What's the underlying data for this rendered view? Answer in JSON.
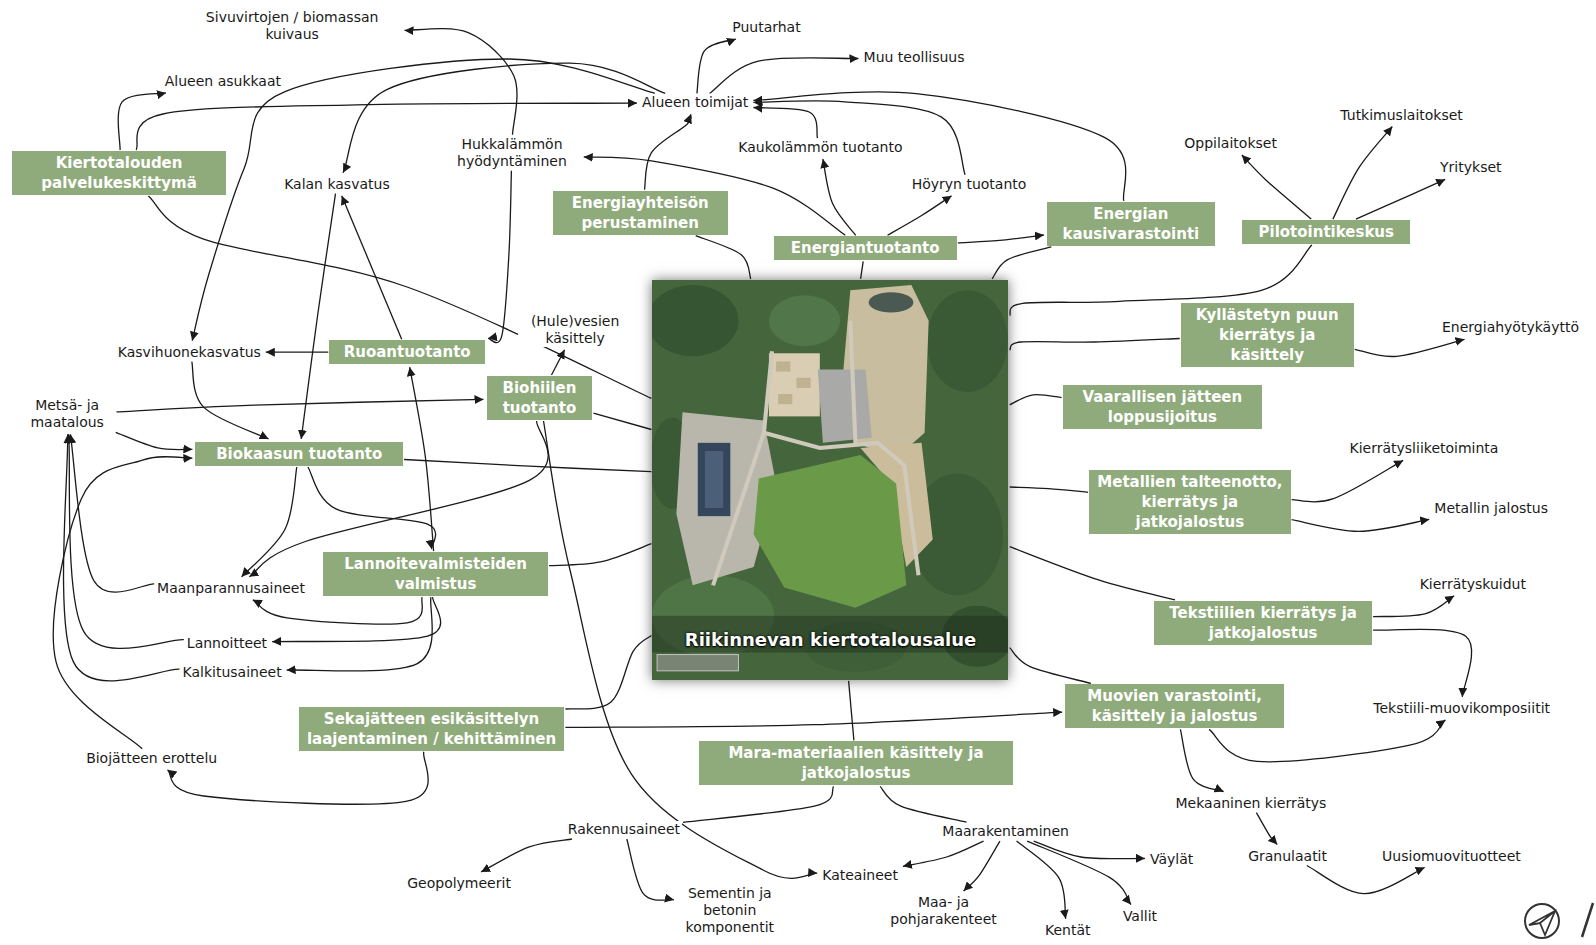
{
  "diagram": {
    "nodes": [
      {
        "text": [
          "Sivuvirtojen / biomassan kuivaus"
        ]
      },
      {
        "text": [
          "Puutarhat"
        ]
      },
      {
        "text": [
          "Muu teollisuus"
        ]
      },
      {
        "text": [
          "Alueen asukkaat"
        ]
      },
      {
        "text": [
          "Alueen toimijat"
        ]
      },
      {
        "text": [
          "Tutkimuslaitokset"
        ]
      },
      {
        "text": [
          "Oppilaitokset"
        ]
      },
      {
        "text": [
          "Hukkalämmön hyödyntäminen"
        ]
      },
      {
        "text": [
          "Kaukolämmön tuotanto"
        ]
      },
      {
        "text": [
          "Kiertotalouden palvelukeskittymä"
        ]
      },
      {
        "text": [
          "Kalan kasvatus"
        ]
      },
      {
        "text": [
          "Höyryn tuotanto"
        ]
      },
      {
        "text": [
          "Yritykset"
        ]
      },
      {
        "text": [
          "Energiayhteisön perustaminen"
        ]
      },
      {
        "text": [
          "Energian kausivarastointi"
        ]
      },
      {
        "text": [
          "Pilotointikeskus"
        ]
      },
      {
        "text": [
          "Energiantuotanto"
        ]
      },
      {
        "text": [
          "Riikinnevan kiertotalousalue"
        ]
      },
      {
        "text": [
          "Kyllästetyn puun kierrätys ja käsittely"
        ]
      },
      {
        "text": [
          "(Hule)vesien käsittely"
        ]
      },
      {
        "text": [
          "Energiahyötykäyttö"
        ]
      },
      {
        "text": [
          "Kasvihuonekasvatus"
        ]
      },
      {
        "text": [
          "Ruoantuotanto"
        ]
      },
      {
        "text": [
          "Biohiilen tuotanto"
        ]
      },
      {
        "text": [
          "Metsä- ja maatalous"
        ]
      },
      {
        "text": [
          "Vaarallisen jätteen loppusijoitus"
        ]
      },
      {
        "text": [
          "Kierrätysliiketoiminta"
        ]
      },
      {
        "text": [
          "Biokaasun tuotanto"
        ]
      },
      {
        "text": [
          "Metallien talteenotto, kierrätys ja jatkojalostus"
        ]
      },
      {
        "text": [
          "Metallin jalostus"
        ]
      },
      {
        "text": [
          "Lannoitevalmisteiden valmistus"
        ]
      },
      {
        "text": [
          "Kierrätyskuidut"
        ]
      },
      {
        "text": [
          "Maanparannusaineet"
        ]
      },
      {
        "text": [
          "Tekstiilien kierrätys ja jatkojalostus"
        ]
      },
      {
        "text": [
          "Lannoitteet"
        ]
      },
      {
        "text": [
          "Kalkitusaineet"
        ]
      },
      {
        "text": [
          "Sekajätteen esikäsittelyn laajentaminen / kehittäminen"
        ]
      },
      {
        "text": [
          "Muovien varastointi, käsittely ja jalostus"
        ]
      },
      {
        "text": [
          "Tekstiili-muovikomposiitit"
        ]
      },
      {
        "text": [
          "Biojätteen erottelu"
        ]
      },
      {
        "text": [
          "Mara-materiaalien käsittely ja jatkojalostus"
        ]
      },
      {
        "text": [
          "Mekaaninen kierrätys"
        ]
      },
      {
        "text": [
          "Rakennusaineet"
        ]
      },
      {
        "text": [
          "Maarakentaminen"
        ]
      },
      {
        "text": [
          "Granulaatit"
        ]
      },
      {
        "text": [
          "Uusiomuovituotteet"
        ]
      },
      {
        "text": [
          "Väylät"
        ]
      },
      {
        "text": [
          "Kateaineet"
        ]
      },
      {
        "text": [
          "Geopolymeerit"
        ]
      },
      {
        "text": [
          "Sementin ja betonin komponentit"
        ]
      },
      {
        "text": [
          "Maa- ja pohjarakenteet"
        ]
      },
      {
        "text": [
          "Vallit"
        ]
      },
      {
        "text": [
          "Kentät"
        ]
      }
    ],
    "edges": [
      {
        "from": 9,
        "to": 17,
        "arrow": "none"
      },
      {
        "from": 13,
        "to": 17,
        "arrow": "none"
      },
      {
        "from": 16,
        "to": 17,
        "arrow": "none"
      },
      {
        "from": 14,
        "to": 17,
        "arrow": "none"
      },
      {
        "from": 15,
        "to": 17,
        "arrow": "none"
      },
      {
        "from": 18,
        "to": 17,
        "arrow": "none"
      },
      {
        "from": 25,
        "to": 17,
        "arrow": "none"
      },
      {
        "from": 28,
        "to": 17,
        "arrow": "none"
      },
      {
        "from": 33,
        "to": 17,
        "arrow": "none"
      },
      {
        "from": 37,
        "to": 17,
        "arrow": "none"
      },
      {
        "from": 40,
        "to": 17,
        "arrow": "none"
      },
      {
        "from": 36,
        "to": 17,
        "arrow": "none"
      },
      {
        "from": 30,
        "to": 17,
        "arrow": "none"
      },
      {
        "from": 27,
        "to": 17,
        "arrow": "none"
      },
      {
        "from": 23,
        "to": 17,
        "arrow": "none"
      },
      {
        "from": 9,
        "to": 3,
        "arrow": "to"
      },
      {
        "from": 9,
        "to": 4,
        "arrow": "to"
      },
      {
        "from": 13,
        "to": 4,
        "arrow": "to"
      },
      {
        "from": 16,
        "to": 8,
        "arrow": "to"
      },
      {
        "from": 16,
        "to": 11,
        "arrow": "to"
      },
      {
        "from": 16,
        "to": 7,
        "arrow": "to"
      },
      {
        "from": 16,
        "to": 14,
        "arrow": "to"
      },
      {
        "from": 8,
        "to": 4,
        "arrow": "to"
      },
      {
        "from": 11,
        "to": 4,
        "arrow": "to"
      },
      {
        "from": 14,
        "to": 4,
        "arrow": "to"
      },
      {
        "from": 4,
        "to": 1,
        "arrow": "to"
      },
      {
        "from": 4,
        "to": 2,
        "arrow": "to"
      },
      {
        "from": 4,
        "to": 10,
        "arrow": "to"
      },
      {
        "from": 4,
        "to": 21,
        "arrow": "to"
      },
      {
        "from": 7,
        "to": 0,
        "arrow": "to"
      },
      {
        "from": 7,
        "to": 22,
        "arrow": "to"
      },
      {
        "from": 15,
        "to": 6,
        "arrow": "to"
      },
      {
        "from": 15,
        "to": 5,
        "arrow": "to"
      },
      {
        "from": 15,
        "to": 12,
        "arrow": "to"
      },
      {
        "from": 18,
        "to": 20,
        "arrow": "to"
      },
      {
        "from": 28,
        "to": 26,
        "arrow": "to"
      },
      {
        "from": 28,
        "to": 29,
        "arrow": "to"
      },
      {
        "from": 33,
        "to": 31,
        "arrow": "to"
      },
      {
        "from": 33,
        "to": 38,
        "arrow": "to"
      },
      {
        "from": 37,
        "to": 38,
        "arrow": "to"
      },
      {
        "from": 37,
        "to": 41,
        "arrow": "to"
      },
      {
        "from": 41,
        "to": 44,
        "arrow": "to"
      },
      {
        "from": 44,
        "to": 45,
        "arrow": "to"
      },
      {
        "from": 40,
        "to": 42,
        "arrow": "none"
      },
      {
        "from": 40,
        "to": 43,
        "arrow": "none"
      },
      {
        "from": 42,
        "to": 48,
        "arrow": "to"
      },
      {
        "from": 42,
        "to": 49,
        "arrow": "to"
      },
      {
        "from": 43,
        "to": 47,
        "arrow": "to"
      },
      {
        "from": 43,
        "to": 50,
        "arrow": "to"
      },
      {
        "from": 43,
        "to": 52,
        "arrow": "to"
      },
      {
        "from": 43,
        "to": 51,
        "arrow": "to"
      },
      {
        "from": 43,
        "to": 46,
        "arrow": "to"
      },
      {
        "from": 23,
        "to": 47,
        "arrow": "to"
      },
      {
        "from": 23,
        "to": 19,
        "arrow": "to"
      },
      {
        "from": 23,
        "to": 32,
        "arrow": "to"
      },
      {
        "from": 24,
        "to": 23,
        "arrow": "to"
      },
      {
        "from": 24,
        "to": 27,
        "arrow": "to"
      },
      {
        "from": 39,
        "to": 27,
        "arrow": "to"
      },
      {
        "from": 36,
        "to": 39,
        "arrow": "to"
      },
      {
        "from": 36,
        "to": 37,
        "arrow": "to"
      },
      {
        "from": 32,
        "to": 24,
        "arrow": "to"
      },
      {
        "from": 34,
        "to": 24,
        "arrow": "to"
      },
      {
        "from": 35,
        "to": 24,
        "arrow": "to"
      },
      {
        "from": 30,
        "to": 32,
        "arrow": "to"
      },
      {
        "from": 30,
        "to": 34,
        "arrow": "to"
      },
      {
        "from": 30,
        "to": 35,
        "arrow": "to"
      },
      {
        "from": 27,
        "to": 30,
        "arrow": "to"
      },
      {
        "from": 27,
        "to": 32,
        "arrow": "to"
      },
      {
        "from": 10,
        "to": 27,
        "arrow": "to"
      },
      {
        "from": 21,
        "to": 27,
        "arrow": "to"
      },
      {
        "from": 22,
        "to": 10,
        "arrow": "to"
      },
      {
        "from": 22,
        "to": 21,
        "arrow": "to"
      },
      {
        "from": 30,
        "to": 22,
        "arrow": "to"
      }
    ]
  }
}
